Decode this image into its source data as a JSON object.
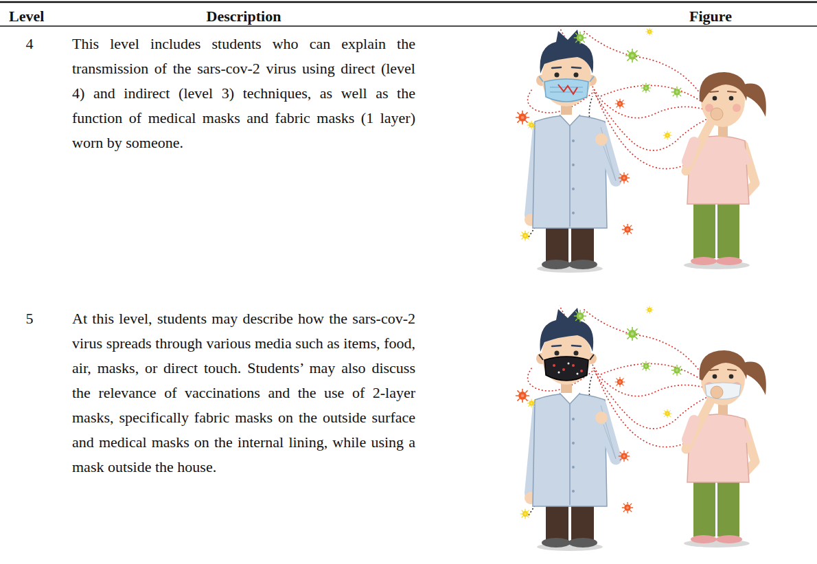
{
  "diagram": {
    "labels": [
      "Level",
      "Description",
      "Figure",
      "4",
      "This level includes students who can explain the transmission of the sars-cov-2 virus using direct (level 4) and indirect (level 3) techniques, as well as the function of medical masks and fabric masks (1 layer) worn by someone.",
      "5",
      "At this level, students may describe how the sars-cov-2 virus spreads through various media such as items, food, air, masks, or direct touch. Students’ may also discuss the relevance of vaccinations and the use of 2-layer masks, specifically fabric masks on the outside surface and medical masks on the internal lining, while using a mask outside the house."
    ]
  }
}
